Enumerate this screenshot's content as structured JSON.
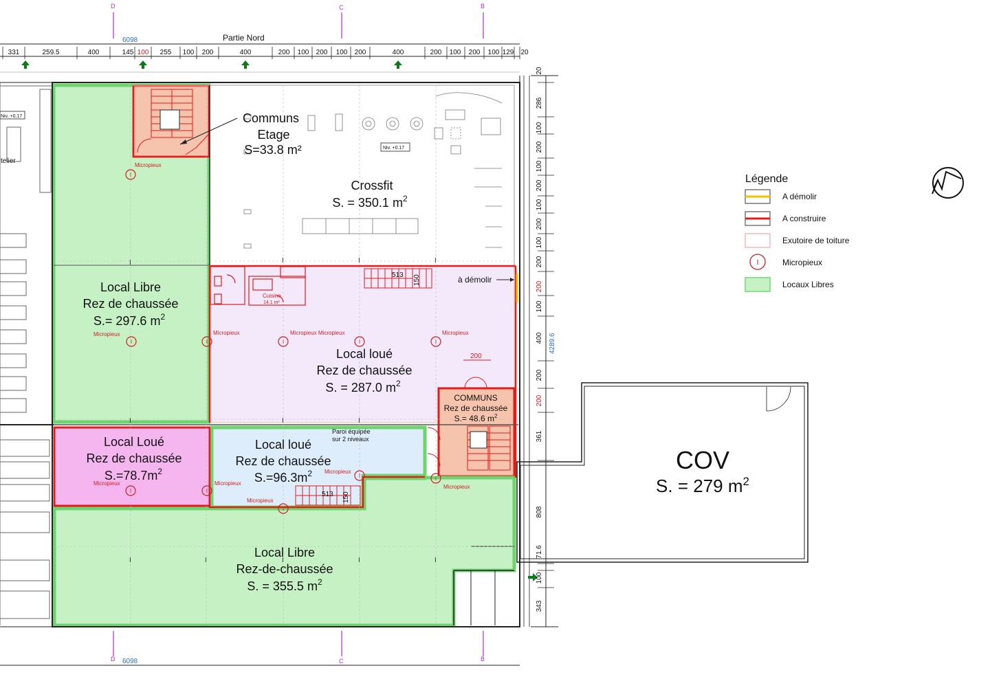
{
  "header": {
    "partie_nord": "Partie Nord",
    "grid_total_top": "6098",
    "grid_total_bottom": "6098",
    "grid_total_right": "4289.6"
  },
  "top_dimensions": [
    "331",
    "259.5",
    "400",
    "145",
    "100",
    "255",
    "100",
    "200",
    "400",
    "200",
    "100",
    "200",
    "100",
    "200",
    "400",
    "200",
    "100",
    "200",
    "100",
    "129",
    "20"
  ],
  "right_dimensions": [
    "20",
    "286",
    "100",
    "200",
    "100",
    "200",
    "100",
    "200",
    "100",
    "200",
    "200",
    "100",
    "400",
    "200",
    "200",
    "361",
    "808",
    "71.6",
    "100",
    "343"
  ],
  "axis_markers": {
    "left": "D",
    "center": "C",
    "right": "B"
  },
  "rooms": {
    "communs_etage": {
      "name": "Communs",
      "sub": "Etage",
      "area": "S=33.8 m²"
    },
    "crossfit": {
      "name": "Crossfit",
      "area_prefix": "S. = 350.1 m",
      "area_exp": "2"
    },
    "local_libre_rdc": {
      "name": "Local Libre",
      "sub": "Rez de chaussée",
      "area_prefix": "S.= 297.6 m",
      "area_exp": "2"
    },
    "local_loue_287": {
      "name": "Local loué",
      "sub": "Rez de chaussée",
      "area_prefix": "S. = 287.0 m",
      "area_exp": "2"
    },
    "communs_rdc": {
      "name": "COMMUNS",
      "sub": "Rez de chaussée",
      "area_prefix": "S.=  48.6 m",
      "area_exp": "2"
    },
    "local_loue_78": {
      "name": "Local Loué",
      "sub": "Rez de chaussée",
      "area_prefix": "S.=78.7m",
      "area_exp": "2"
    },
    "local_loue_96": {
      "name": "Local loué",
      "sub": "Rez de chaussée",
      "area_prefix": "S.=96.3m",
      "area_exp": "2"
    },
    "local_libre_355": {
      "name": "Local Libre",
      "sub": "Rez-de-chaussée",
      "area_prefix": "S. = 355.5 m",
      "area_exp": "2"
    },
    "cov": {
      "name": "COV",
      "area_prefix": "S. = 279 m",
      "area_exp": "2"
    }
  },
  "annotations": {
    "a_demolir": "à démolir",
    "paroi_line1": "Paroi équipée",
    "paroi_line2": "sur 2 niveaux",
    "stair_513_a": "513",
    "stair_150_a": "150",
    "stair_513_b": "513",
    "stair_150_b": "150",
    "door_200": "200",
    "niv_left": "Niv. +0.17",
    "niv_center": "Niv. +0.17",
    "atelier": "telier",
    "cuisine": "Cuisine",
    "cuisine_area": "14.1 m²"
  },
  "micropieux_label": "Micropieux",
  "micropieux_pair": "Micropieux  Micropieux",
  "legend": {
    "title": "Légende",
    "items": [
      {
        "label": "A démolir",
        "color": "#f2c200"
      },
      {
        "label": "A construire",
        "color": "#e21b1b"
      },
      {
        "label": "Exutoire de toiture",
        "color": "#f4a8a8"
      },
      {
        "label": "Micropieux",
        "color": "#d21f1f"
      },
      {
        "label": "Locaux Libres",
        "color": "#8de08d"
      }
    ]
  },
  "colors": {
    "libre_fill": "#c5f1c5",
    "libre_stroke": "#6fd46f",
    "loue_lilac": "#f3e9fb",
    "loue_pink": "#f5b6f0",
    "loue_blue": "#deedfb",
    "communs": "#f6c3ad",
    "construire": "#e21b1b",
    "demolir": "#f2c200"
  }
}
